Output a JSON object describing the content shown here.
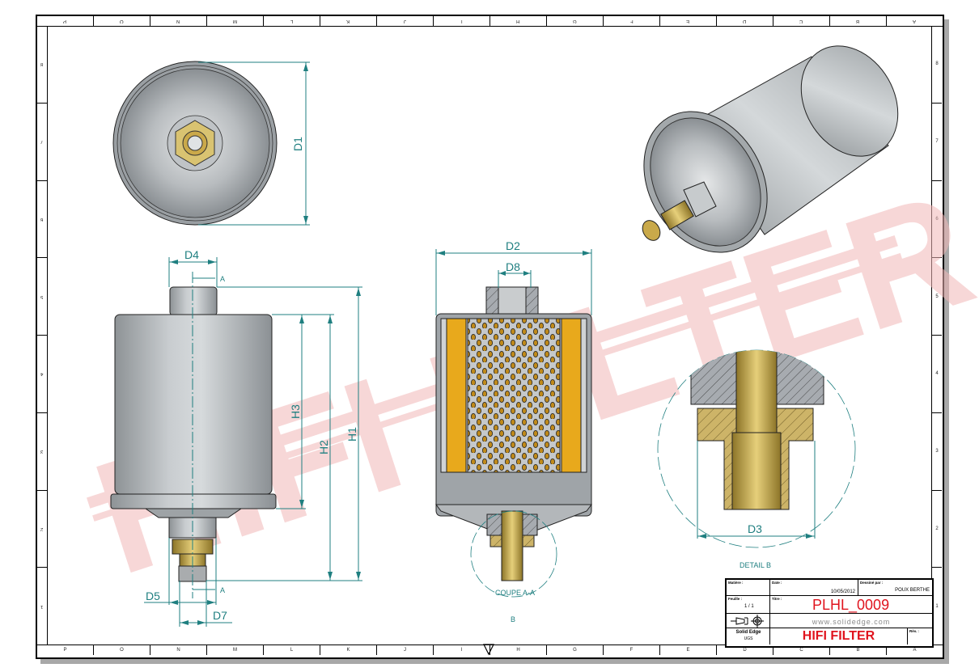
{
  "drawing": {
    "zones_horizontal_bottom": [
      "P",
      "O",
      "N",
      "M",
      "L",
      "K",
      "J",
      "I",
      "H",
      "G",
      "F",
      "E",
      "D",
      "C",
      "B",
      "A"
    ],
    "zones_horizontal_top": [
      "P",
      "O",
      "N",
      "M",
      "L",
      "K",
      "J",
      "I",
      "H",
      "G",
      "F",
      "E",
      "D",
      "C",
      "B",
      "A"
    ],
    "zones_vertical": [
      "8",
      "7",
      "6",
      "5",
      "4",
      "3",
      "2",
      "1"
    ],
    "watermark": "HIFI FILTER",
    "watermark_color": "#f2b8b8",
    "dimension_color": "#1f7f80",
    "steel_color": "#b9bdc1",
    "brass_color": "#c9a94a",
    "media_color": "#e8a91c"
  },
  "dimensions": {
    "d1": "D1",
    "d2": "D2",
    "d3": "D3",
    "d4": "D4",
    "d5": "D5",
    "d7": "D7",
    "d8": "D8",
    "h1": "H1",
    "h2": "H2",
    "h3": "H3",
    "section_mark_top": "A",
    "section_mark_bottom": "A"
  },
  "views": {
    "section_label": "COUPE A-A",
    "detail_callout": "B",
    "detail_label": "DETAIL B"
  },
  "title_block": {
    "matiere_label": "Matière :",
    "date_label": "Date :",
    "date_value": "10/05/2012",
    "dessine_label": "Dessiné par :",
    "dessine_value": "POUX BERTHE",
    "feuille_label": "Feuille :",
    "feuille_value": "1 / 1",
    "titre_label": "Titre :",
    "part_number": "PLHL_0009",
    "website": "www.solidedge.com",
    "software": "Solid Edge",
    "software_sub": "UGS",
    "company": "HIFI FILTER",
    "rev_label": "Rév. :",
    "accent_color": "#e0141e"
  }
}
